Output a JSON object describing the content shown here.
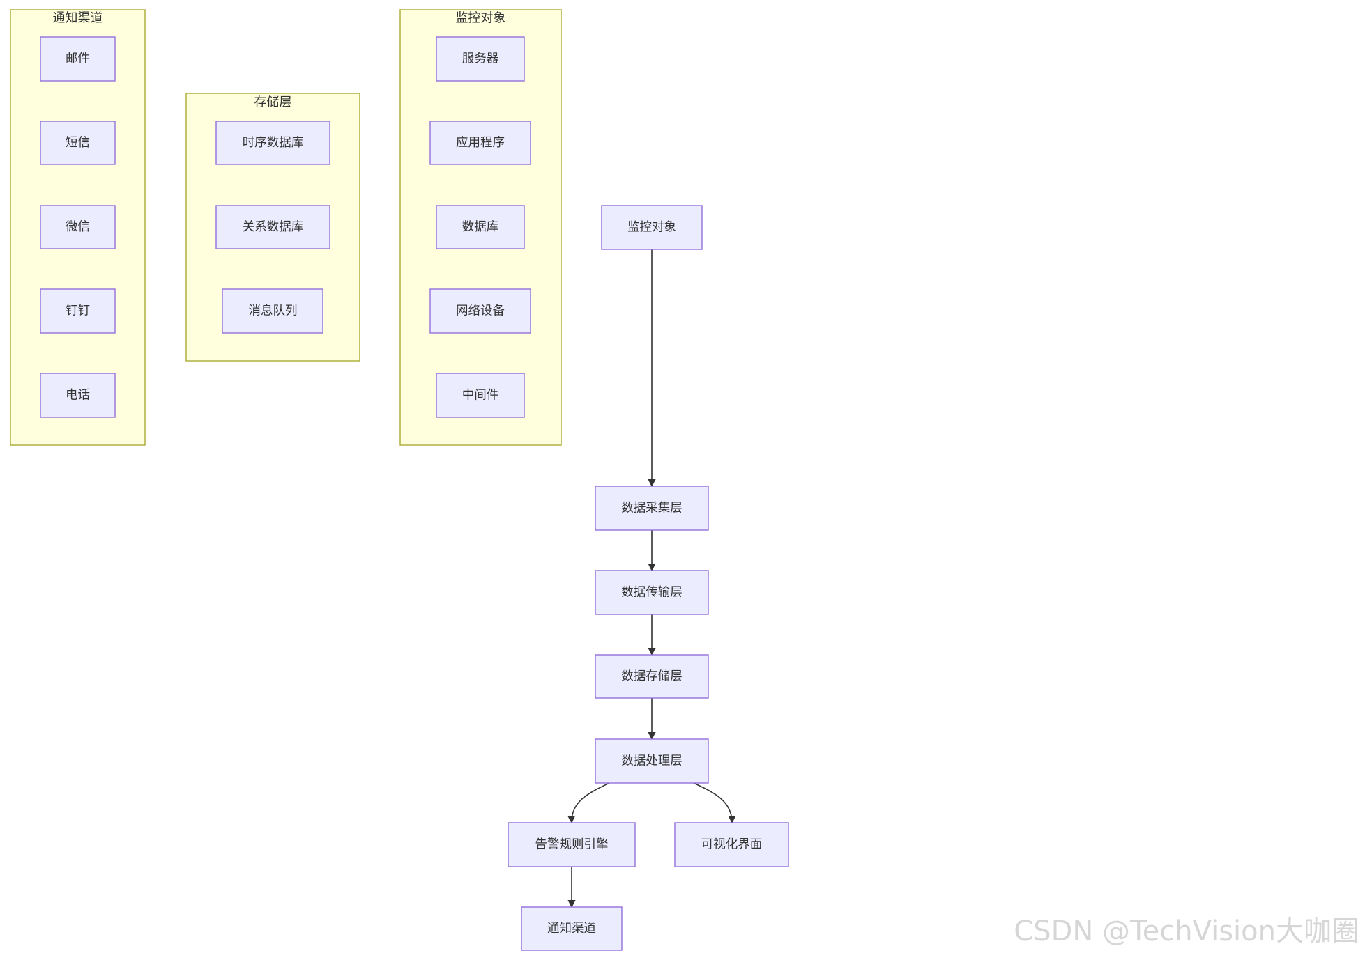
{
  "clusters": {
    "notify": {
      "title": "通知渠道",
      "items": [
        "邮件",
        "短信",
        "微信",
        "钉钉",
        "电话"
      ]
    },
    "storage": {
      "title": "存储层",
      "items": [
        "时序数据库",
        "关系数据库",
        "消息队列"
      ]
    },
    "monitor": {
      "title": "监控对象",
      "items": [
        "服务器",
        "应用程序",
        "数据库",
        "网络设备",
        "中间件"
      ]
    }
  },
  "flow": {
    "monitor_target": "监控对象",
    "collection": "数据采集层",
    "transport": "数据传输层",
    "storage": "数据存储层",
    "processing": "数据处理层",
    "alert_engine": "告警规则引擎",
    "visualization": "可视化界面",
    "notification": "通知渠道"
  },
  "edges": [
    {
      "from": "监控对象",
      "to": "数据采集层"
    },
    {
      "from": "数据采集层",
      "to": "数据传输层"
    },
    {
      "from": "数据传输层",
      "to": "数据存储层"
    },
    {
      "from": "数据存储层",
      "to": "数据处理层"
    },
    {
      "from": "数据处理层",
      "to": "告警规则引擎"
    },
    {
      "from": "数据处理层",
      "to": "可视化界面"
    },
    {
      "from": "告警规则引擎",
      "to": "通知渠道"
    }
  ],
  "watermark": "CSDN @TechVision大咖圈",
  "colors": {
    "node_fill": "#ececff",
    "node_border": "#9370db",
    "cluster_fill": "#ffffde",
    "cluster_border": "#aaaa33",
    "edge": "#333333",
    "text": "#333333",
    "watermark": "#d6d6d6"
  }
}
